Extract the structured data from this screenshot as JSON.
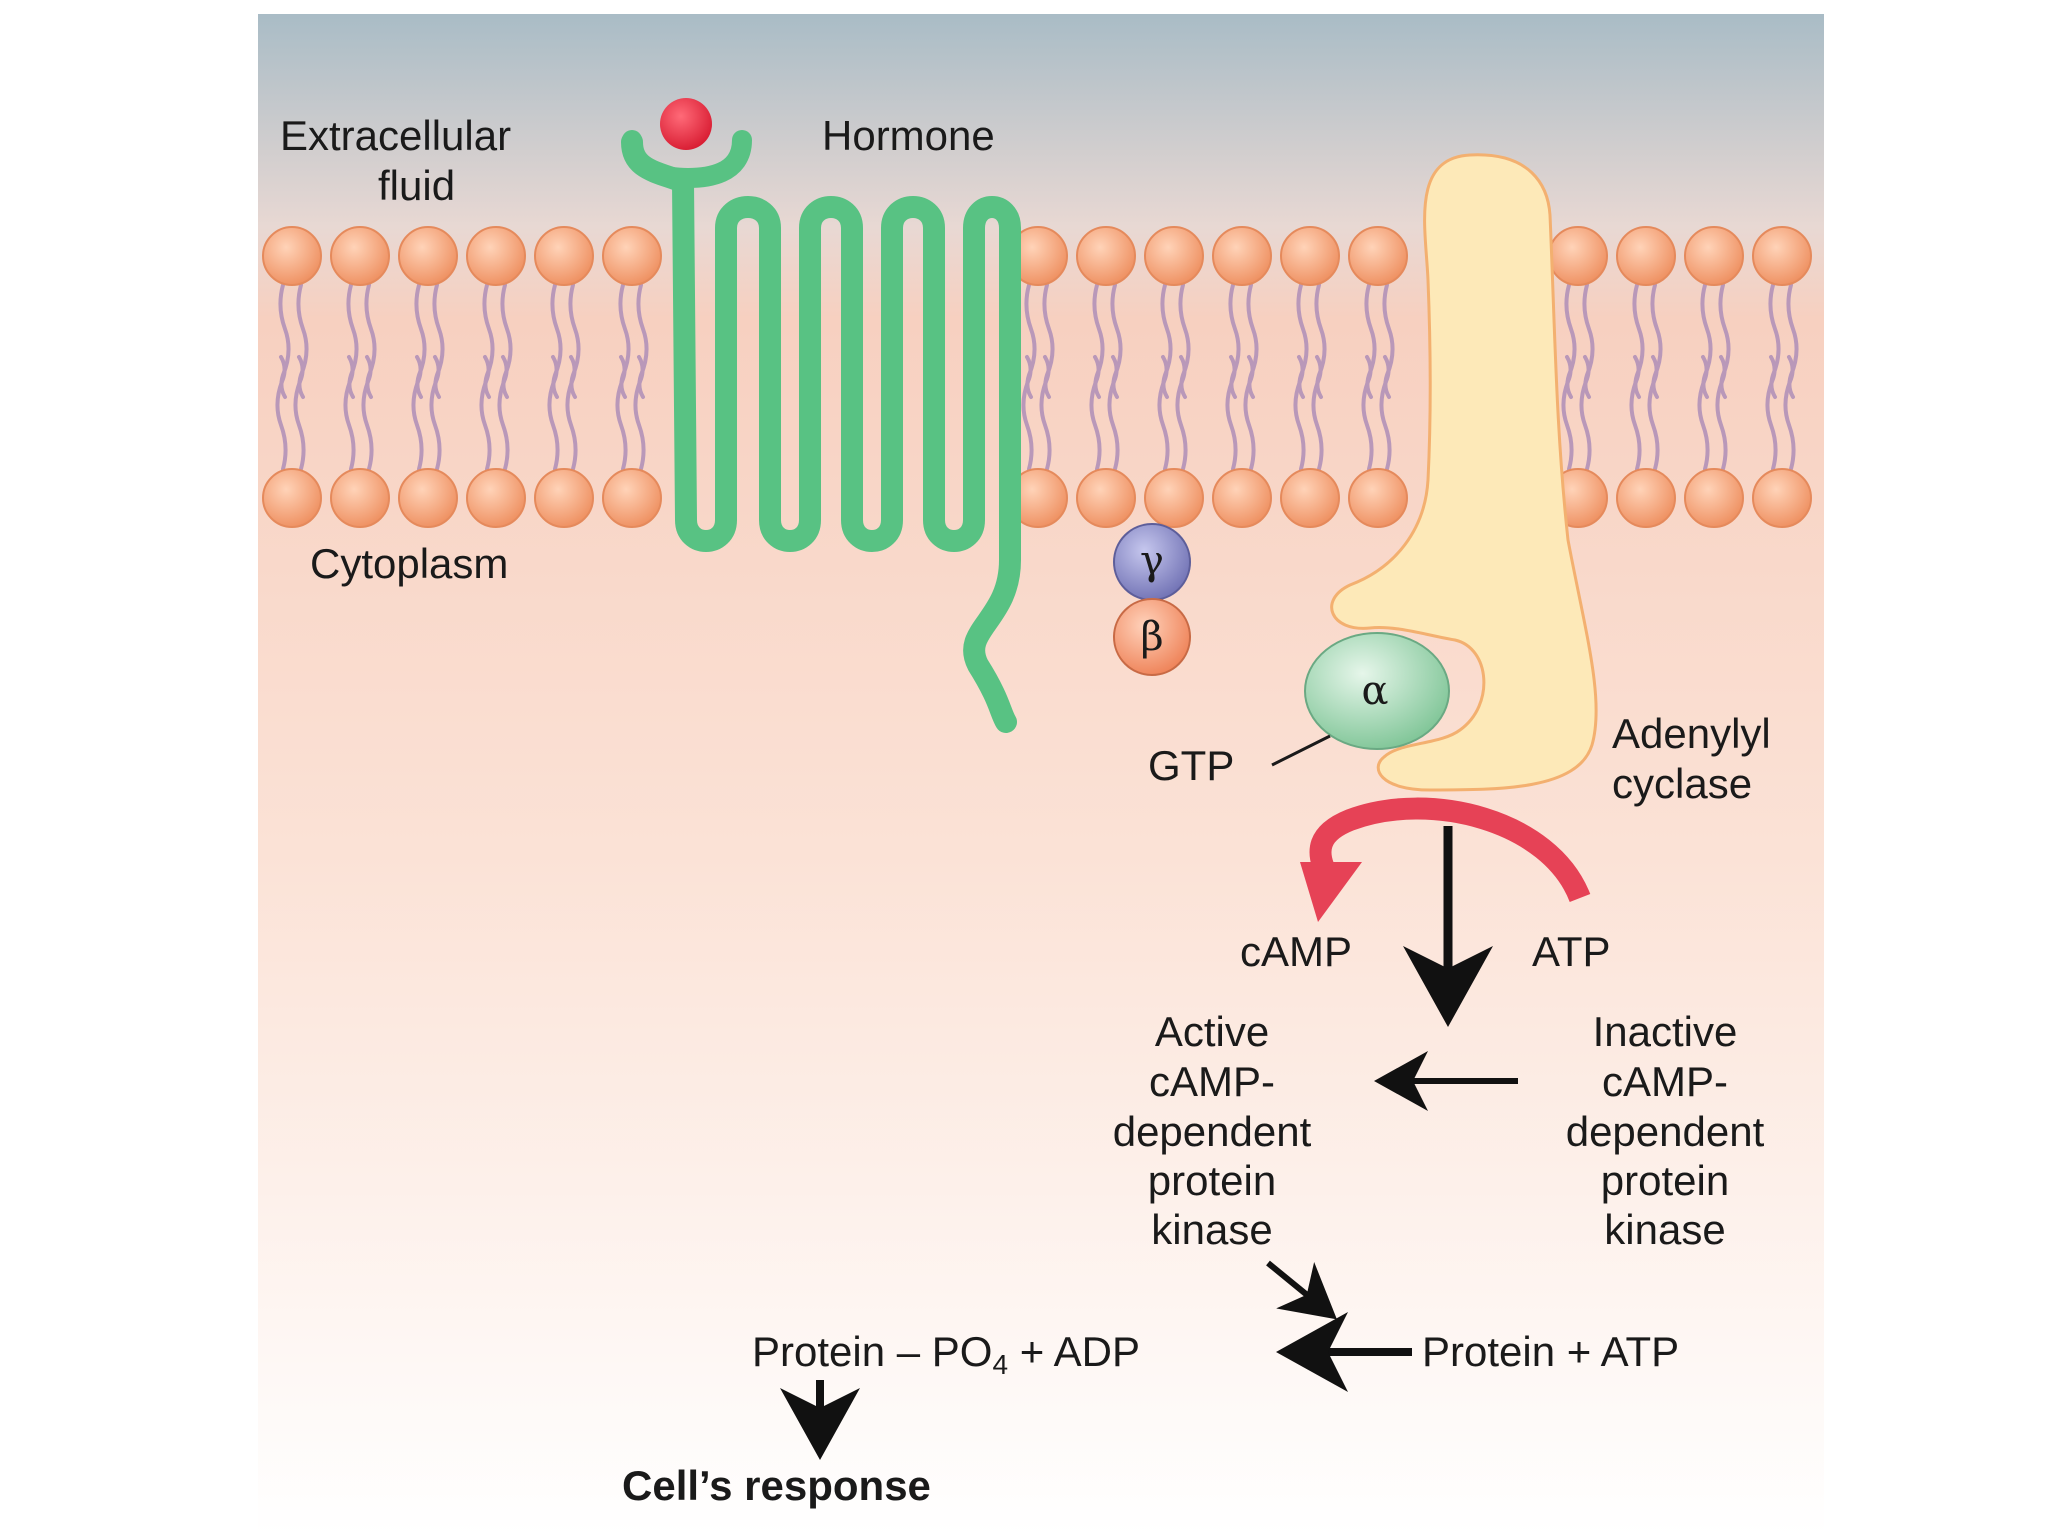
{
  "labels": {
    "extracellular_line1": "Extracellular",
    "extracellular_line2": "fluid",
    "hormone": "Hormone",
    "cytoplasm": "Cytoplasm",
    "gamma": "γ",
    "beta": "β",
    "alpha": "α",
    "gtp": "GTP",
    "adenylyl_line1": "Adenylyl",
    "adenylyl_line2": "cyclase",
    "camp": "cAMP",
    "atp": "ATP",
    "active_kinase": [
      "Active",
      "cAMP-",
      "dependent",
      "protein",
      "kinase"
    ],
    "inactive_kinase": [
      "Inactive",
      "cAMP-",
      "dependent",
      "protein",
      "kinase"
    ],
    "product_left": "Protein – PO",
    "product_sub": "4",
    "product_right": " + ADP",
    "substrate": "Protein + ATP",
    "response": "Cell’s response"
  },
  "colors": {
    "extracellular_top": "#a9bcc6",
    "cytoplasm": "#f9d6c4",
    "phospholipid_head": "#f4a37a",
    "lipid_tail": "#b998b9",
    "receptor": "#58c283",
    "hormone": "#e2283c",
    "adenylyl_cyclase": "#fde9b8",
    "gamma_subunit": "#8a8bc7",
    "beta_subunit": "#f49a6f",
    "alpha_subunit": "#a6dab6",
    "reaction_arrow": "#e64256"
  }
}
